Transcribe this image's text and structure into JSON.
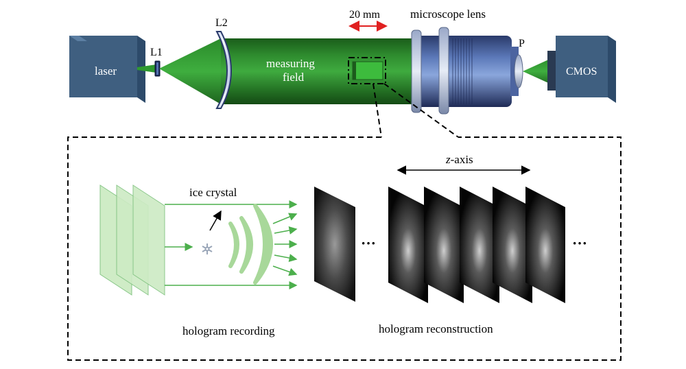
{
  "setup": {
    "laser_label": "laser",
    "l1_label": "L1",
    "l2_label": "L2",
    "scale_label": "20 mm",
    "microscope_label": "microscope lens",
    "field_label_line1": "measuring",
    "field_label_line2": "field",
    "p_label": "P",
    "cmos_label": "CMOS"
  },
  "recording": {
    "ice_label": "ice crystal",
    "caption": "hologram recording"
  },
  "reconstruction": {
    "z_axis_italic": "z",
    "z_axis_rest": "-axis",
    "ellipsis": "···",
    "caption": "hologram reconstruction"
  },
  "colors": {
    "green_dark": "#1e6b1e",
    "green_mid": "#3aa33a",
    "box_blue": "#3f5f80",
    "arrow_red": "#e02020",
    "light_green": "#8fd08f"
  }
}
